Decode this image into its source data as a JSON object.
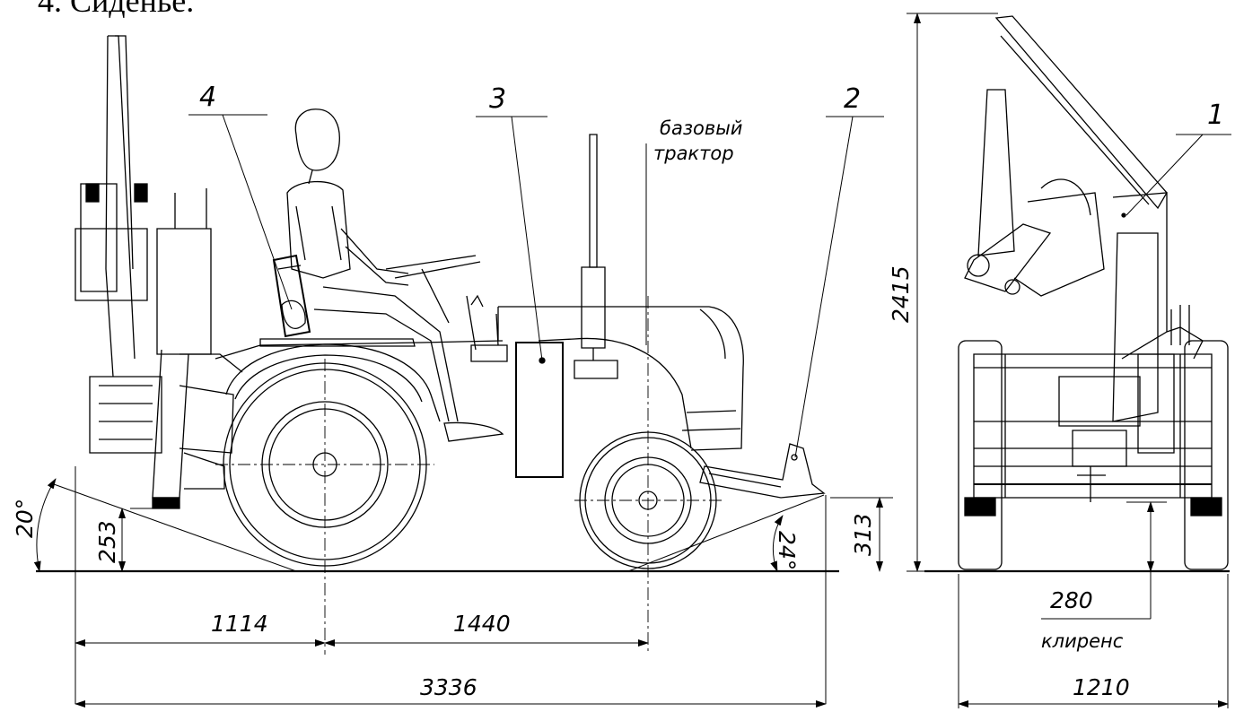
{
  "heading": "4. Сиденье.",
  "callouts": {
    "one": "1",
    "two": "2",
    "three": "3",
    "four": "4"
  },
  "labels": {
    "base_line1": "базовый",
    "base_line2": "трактор",
    "clearance": "клиренс"
  },
  "dimensions": {
    "rear_overhang": "1114",
    "wheelbase": "1440",
    "overall_length": "3336",
    "overall_height": "2415",
    "width": "1210",
    "clearance_value": "280",
    "rear_height": "253",
    "front_height": "313",
    "rear_angle": "20°",
    "front_angle": "24°"
  }
}
